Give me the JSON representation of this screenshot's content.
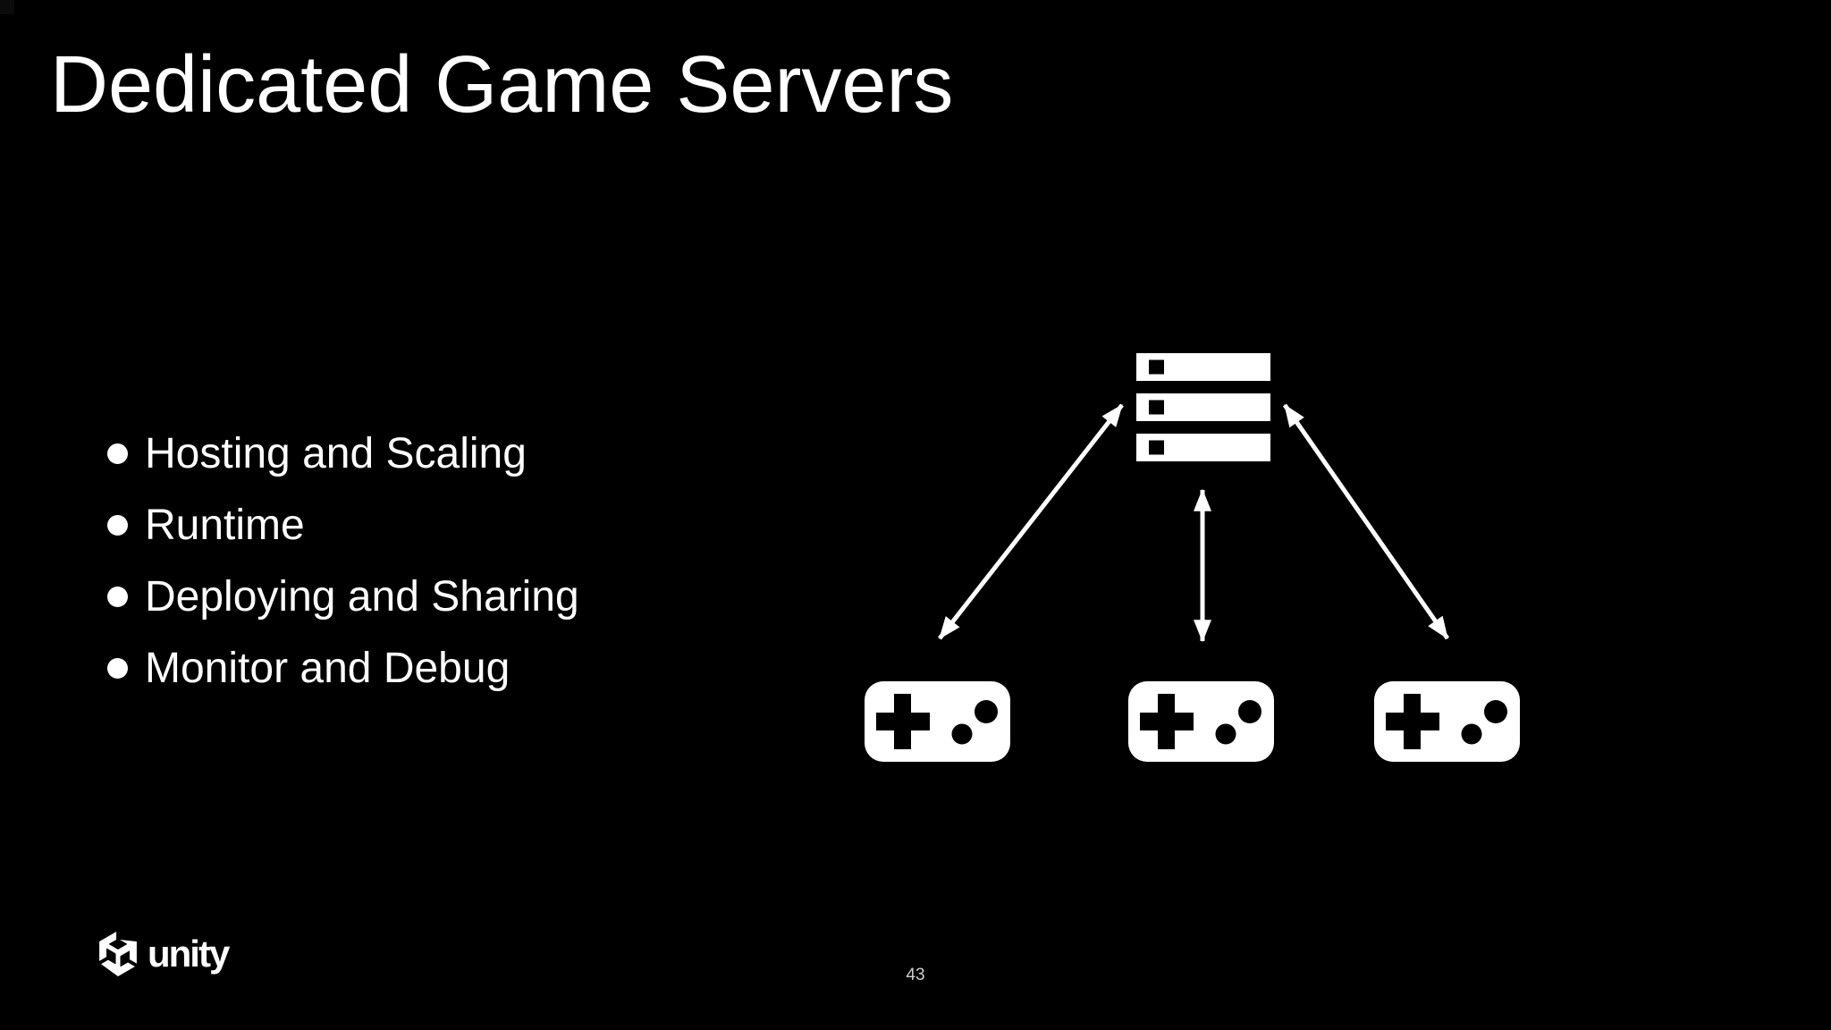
{
  "slide": {
    "title": "Dedicated Game Servers",
    "bullets": [
      "Hosting and Scaling",
      "Runtime",
      "Deploying and Sharing",
      "Monitor and Debug"
    ],
    "brand": "unity",
    "page_number": "43"
  },
  "colors": {
    "background": "#000000",
    "foreground": "#ffffff",
    "page_number_text": "#cfcfcf"
  },
  "icons": {
    "server": "storage-server-icon (three stacked bars with square indicators)",
    "clients": "gamepad-icon (d-pad plus and two buttons)",
    "connections": "double-headed-arrow",
    "logo": "unity-cube-icon"
  },
  "diagram": {
    "description": "server connected to three game clients by bidirectional arrows",
    "client_count": 3
  }
}
